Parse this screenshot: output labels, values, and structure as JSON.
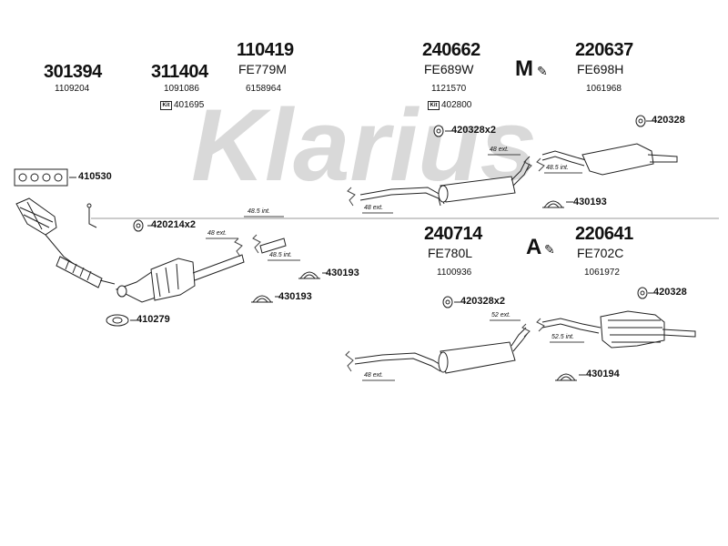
{
  "watermark": "Klarius",
  "colors": {
    "watermark": "#d9d9d9",
    "line": "#222222"
  },
  "codes": {
    "c301394": {
      "main": "301394",
      "ref": "1109204"
    },
    "c311404": {
      "main": "311404",
      "ref": "1091086",
      "kit": "401695"
    },
    "c110419": {
      "main": "110419",
      "sub": "FE779M",
      "ref": "6158964"
    },
    "c240662": {
      "main": "240662",
      "sub": "FE689W",
      "ref": "1121570",
      "kit": "402800"
    },
    "c220637": {
      "main": "220637",
      "sub": "FE698H",
      "ref": "1061968"
    },
    "c240714": {
      "main": "240714",
      "sub": "FE780L",
      "ref": "1100936"
    },
    "c220641": {
      "main": "220641",
      "sub": "FE702C",
      "ref": "1061972"
    }
  },
  "kit_icon_text": "Kit",
  "badges": {
    "m": "M",
    "a": "A"
  },
  "parts": {
    "p410530": "410530",
    "p420214": "420214x2",
    "p430193a": "430193",
    "p430193b": "430193",
    "p410279": "410279",
    "p420328x2_top": "420328x2",
    "p420328_top": "420328",
    "p430193_top": "430193",
    "p420328x2_bot": "420328x2",
    "p420328_bot": "420328",
    "p430194": "430194"
  },
  "dimensions": {
    "d1": "48.5 int.",
    "d2": "48 ext.",
    "d3": "48.5 int.",
    "d4": "48 ext.",
    "d5": "48 ext.",
    "d6": "48.5 int.",
    "d7": "52 ext.",
    "d8": "52.5 int.",
    "d9": "48 ext."
  }
}
